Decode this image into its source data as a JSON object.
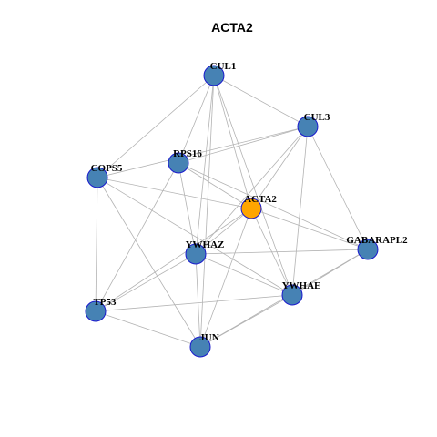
{
  "title": "ACTA2",
  "colors": {
    "node_fill": "#4682b4",
    "node_stroke": "#1a1acd",
    "center_fill": "#ffa500",
    "center_stroke": "#1a1acd",
    "edge": "#b3b3b3",
    "background": "#ffffff"
  },
  "nodes": [
    {
      "id": "CUL1",
      "label": "CUL1"
    },
    {
      "id": "CUL3",
      "label": "CUL3"
    },
    {
      "id": "RPS16",
      "label": "RPS16"
    },
    {
      "id": "COPS5",
      "label": "COPS5"
    },
    {
      "id": "ACTA2",
      "label": "ACTA2",
      "center": true
    },
    {
      "id": "GABARAPL2",
      "label": "GABARAPL2"
    },
    {
      "id": "YWHAZ",
      "label": "YWHAZ"
    },
    {
      "id": "YWHAE",
      "label": "YWHAE"
    },
    {
      "id": "TP53",
      "label": "TP53"
    },
    {
      "id": "JUN",
      "label": "JUN"
    }
  ],
  "edges": [
    [
      "CUL1",
      "CUL3"
    ],
    [
      "CUL1",
      "COPS5"
    ],
    [
      "CUL1",
      "RPS16"
    ],
    [
      "CUL1",
      "ACTA2"
    ],
    [
      "CUL1",
      "YWHAZ"
    ],
    [
      "CUL1",
      "YWHAE"
    ],
    [
      "CUL1",
      "JUN"
    ],
    [
      "CUL3",
      "RPS16"
    ],
    [
      "CUL3",
      "COPS5"
    ],
    [
      "CUL3",
      "ACTA2"
    ],
    [
      "CUL3",
      "GABARAPL2"
    ],
    [
      "CUL3",
      "YWHAZ"
    ],
    [
      "CUL3",
      "YWHAE"
    ],
    [
      "RPS16",
      "ACTA2"
    ],
    [
      "RPS16",
      "YWHAZ"
    ],
    [
      "RPS16",
      "TP53"
    ],
    [
      "RPS16",
      "GABARAPL2"
    ],
    [
      "COPS5",
      "ACTA2"
    ],
    [
      "COPS5",
      "TP53"
    ],
    [
      "COPS5",
      "JUN"
    ],
    [
      "COPS5",
      "YWHAE"
    ],
    [
      "ACTA2",
      "GABARAPL2"
    ],
    [
      "ACTA2",
      "YWHAZ"
    ],
    [
      "ACTA2",
      "YWHAE"
    ],
    [
      "ACTA2",
      "JUN"
    ],
    [
      "ACTA2",
      "TP53"
    ],
    [
      "GABARAPL2",
      "YWHAZ"
    ],
    [
      "GABARAPL2",
      "YWHAE"
    ],
    [
      "GABARAPL2",
      "JUN"
    ],
    [
      "YWHAZ",
      "TP53"
    ],
    [
      "YWHAZ",
      "JUN"
    ],
    [
      "YWHAZ",
      "YWHAE"
    ],
    [
      "YWHAE",
      "TP53"
    ],
    [
      "YWHAE",
      "JUN"
    ],
    [
      "TP53",
      "JUN"
    ]
  ]
}
